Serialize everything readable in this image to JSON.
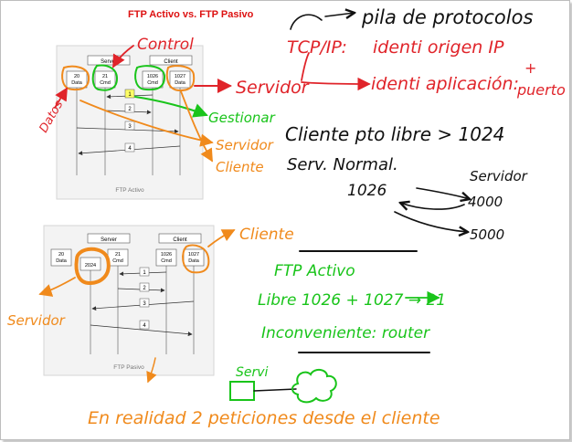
{
  "title": "FTP Activo vs. FTP Pasivo",
  "colors": {
    "red": "#e0242a",
    "orange": "#f08a1c",
    "green": "#19c41a",
    "black": "#111111",
    "blue": "#1e7ae6"
  },
  "diagram_active": {
    "server_label": "Server",
    "client_label": "Client",
    "ports": [
      {
        "num": "20",
        "name": "Data"
      },
      {
        "num": "21",
        "name": "Cmd"
      },
      {
        "num": "1026",
        "name": "Cmd"
      },
      {
        "num": "1027",
        "name": "Data"
      }
    ],
    "steps": [
      "1",
      "2",
      "3",
      "4"
    ],
    "caption": "FTP Activo"
  },
  "diagram_passive": {
    "server_label": "Server",
    "client_label": "Client",
    "ports": [
      {
        "num": "20",
        "name": "Data"
      },
      {
        "num": "2024",
        "name": ""
      },
      {
        "num": "21",
        "name": "Cmd"
      },
      {
        "num": "1026",
        "name": "Cmd"
      },
      {
        "num": "1027",
        "name": "Data"
      }
    ],
    "steps": [
      "1",
      "2",
      "3",
      "4"
    ],
    "caption": "FTP Pasivo"
  },
  "notes": {
    "control": "Control",
    "datos": "Datos",
    "servidor_top": "Servidor",
    "gestionar": "Gestionar",
    "servidor_mid": "Servidor",
    "cliente_mid": "Cliente",
    "pila": "pila de protocolos",
    "tcpip": "TCP/IP:",
    "identi_origen": "identi origen IP",
    "identi_aplicacion": "identi aplicación:",
    "plus": "+",
    "puerto": "puerto",
    "cliente_pto": "Cliente pto libre > 1024",
    "serv_normal": "Serv. Normal.",
    "n1026": "1026",
    "servidor_right": "Servidor",
    "n4000": "4000",
    "n5000": "5000",
    "cliente_right": "Cliente",
    "servidor_left": "Servidor",
    "ftp_activo": "FTP Activo",
    "libre": "Libre 1026 + 1027 → 21",
    "inconveniente": "Inconveniente: router",
    "servi": "Servi",
    "bottom": "En realidad 2 peticiones desde el cliente"
  }
}
